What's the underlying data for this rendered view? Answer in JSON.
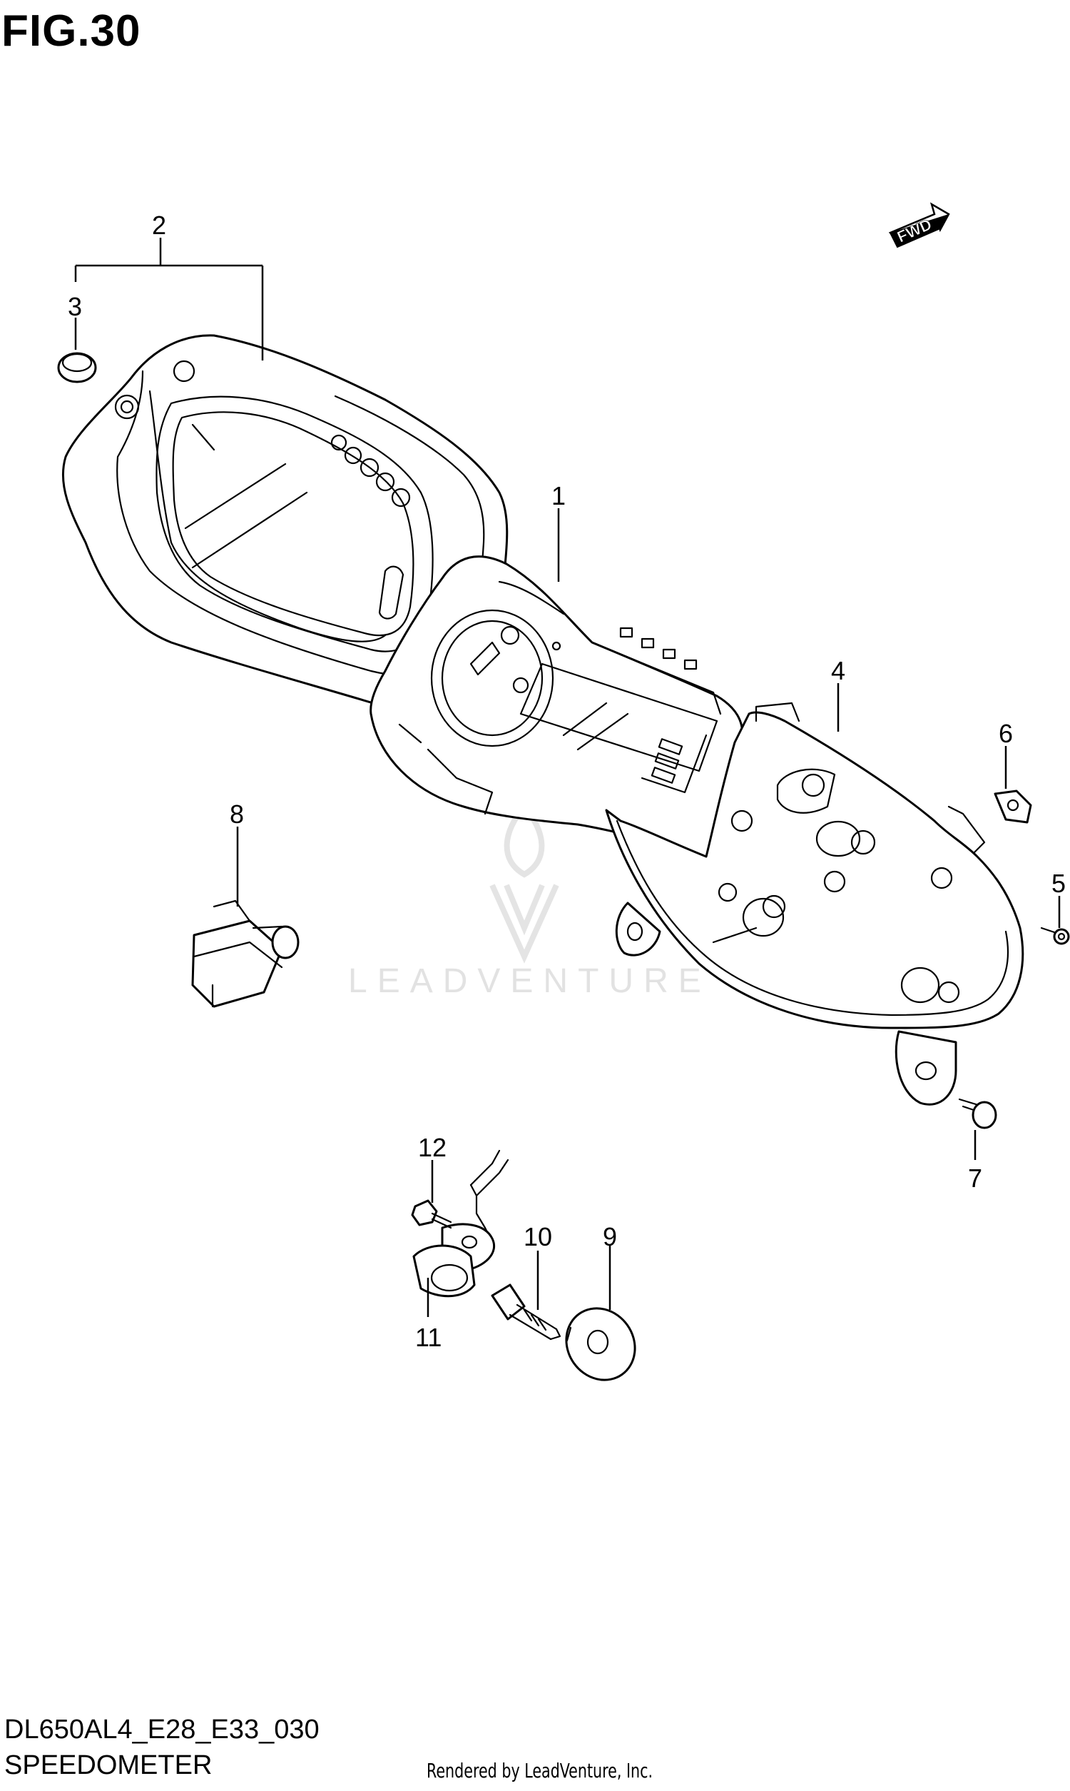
{
  "figure": {
    "title": "FIG.30",
    "model_code": "DL650AL4_E28_E33_030",
    "section_name": "SPEEDOMETER",
    "credit": "Rendered by LeadVenture, Inc.",
    "watermark": "LEADVENTURE",
    "direction_arrow": "FWD"
  },
  "callouts": [
    {
      "id": "1",
      "label": "1"
    },
    {
      "id": "2",
      "label": "2"
    },
    {
      "id": "3",
      "label": "3"
    },
    {
      "id": "4",
      "label": "4"
    },
    {
      "id": "5",
      "label": "5"
    },
    {
      "id": "6",
      "label": "6"
    },
    {
      "id": "7",
      "label": "7"
    },
    {
      "id": "8",
      "label": "8"
    },
    {
      "id": "9",
      "label": "9"
    },
    {
      "id": "10",
      "label": "10"
    },
    {
      "id": "11",
      "label": "11"
    },
    {
      "id": "12",
      "label": "12"
    }
  ],
  "colors": {
    "line": "#000000",
    "background": "#ffffff",
    "watermark": "#e2e2e2"
  }
}
